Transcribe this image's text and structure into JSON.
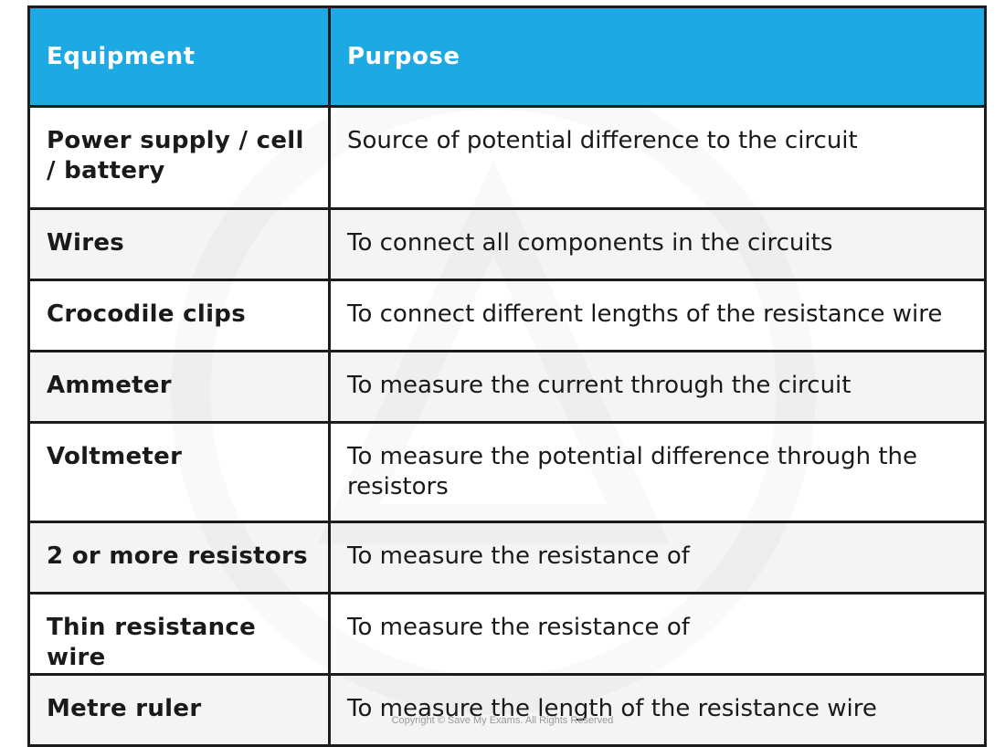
{
  "table": {
    "headers": {
      "equipment": "Equipment",
      "purpose": "Purpose"
    },
    "rows": [
      {
        "equipment": "Power supply / cell / battery",
        "purpose": "Source of potential difference to the circuit"
      },
      {
        "equipment": "Wires",
        "purpose": "To connect all components in the circuits"
      },
      {
        "equipment": "Crocodile clips",
        "purpose": "To connect different lengths of the resistance wire"
      },
      {
        "equipment": "Ammeter",
        "purpose": "To measure the current through the circuit"
      },
      {
        "equipment": "Voltmeter",
        "purpose": "To measure the potential difference through the resistors"
      },
      {
        "equipment": "2 or more resistors",
        "purpose": "To measure the resistance of"
      },
      {
        "equipment": "Thin resistance wire",
        "purpose": "To measure the resistance of"
      },
      {
        "equipment": "Metre ruler",
        "purpose": "To measure the length of the resistance wire"
      }
    ],
    "header_color": "#1da9e4"
  },
  "footer": {
    "copyright": "Copyright © Save My Exams. All Rights Reserved"
  }
}
